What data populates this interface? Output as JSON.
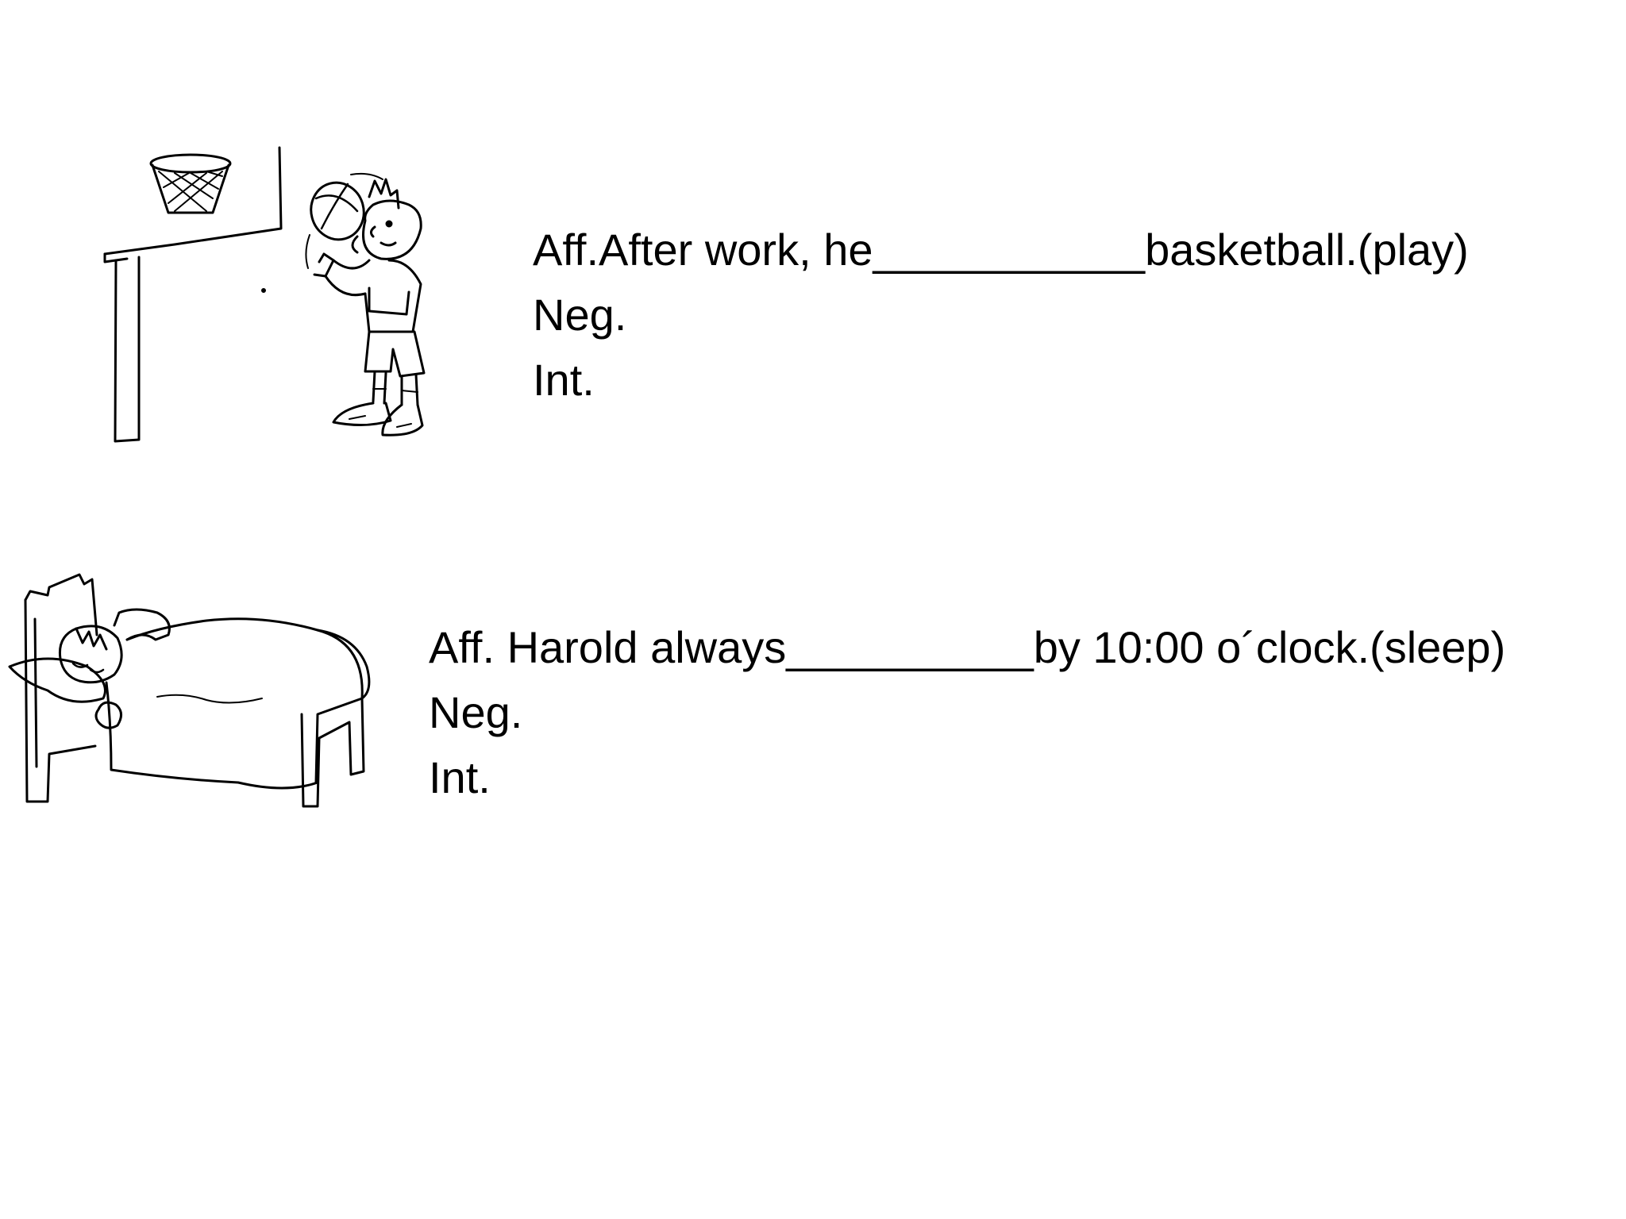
{
  "exercises": [
    {
      "illustration_icon": "basketball-player-icon",
      "sentence": "Aff.After work, he___________basketball.(play)",
      "negative_label": "Neg.",
      "interrogative_label": "Int."
    },
    {
      "illustration_icon": "sleeping-in-bed-icon",
      "sentence": "Aff. Harold always__________by 10:00 o´clock.(sleep)",
      "negative_label": "Neg.",
      "interrogative_label": "Int."
    }
  ],
  "colors": {
    "ink": "#000000",
    "paper": "#ffffff"
  }
}
